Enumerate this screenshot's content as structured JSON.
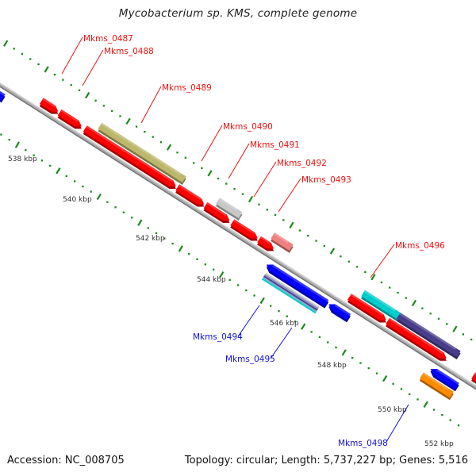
{
  "title": "Mycobacterium sp. KMS, complete genome",
  "footer": {
    "accession": "Accession: NC_008705",
    "summary": "Topology: circular; Length: 5,737,227 bp; Genes: 5,516"
  },
  "colors": {
    "backbone": "#8c8c8c",
    "tick": "#1a8a1a",
    "label_forward": "#ee1111",
    "label_reverse": "#1111dd"
  },
  "scale": {
    "unit": "kbp",
    "tick_labels": [
      "538 kbp",
      "540 kbp",
      "542 kbp",
      "544 kbp",
      "546 kbp",
      "548 kbp",
      "550 kbp",
      "552 kbp"
    ]
  },
  "genes": [
    {
      "id": "Mkms_0487",
      "strand": "+",
      "color": "#ff0000",
      "labeled": true
    },
    {
      "id": "Mkms_0488",
      "strand": "+",
      "color": "#ff0000",
      "labeled": true
    },
    {
      "id": "Mkms_0489",
      "strand": "+",
      "color": "#ff0000",
      "labeled": true
    },
    {
      "id": "Mkms_0490",
      "strand": "+",
      "color": "#ff0000",
      "labeled": true
    },
    {
      "id": "Mkms_0491",
      "strand": "+",
      "color": "#ff0000",
      "labeled": true
    },
    {
      "id": "Mkms_0492",
      "strand": "+",
      "color": "#ff0000",
      "labeled": true
    },
    {
      "id": "Mkms_0493",
      "strand": "+",
      "color": "#ff0000",
      "labeled": true
    },
    {
      "id": "Mkms_0494",
      "strand": "-",
      "color": "#0000ff",
      "labeled": true
    },
    {
      "id": "Mkms_0495",
      "strand": "-",
      "color": "#0000ff",
      "labeled": true
    },
    {
      "id": "Mkms_0496",
      "strand": "+",
      "color": "#ff0000",
      "labeled": true
    },
    {
      "id": "Mkms_0498",
      "strand": "-",
      "color": "#0000ff",
      "labeled": true
    }
  ],
  "labels": [
    {
      "text": "Mkms_0487",
      "strand": "+"
    },
    {
      "text": "Mkms_0488",
      "strand": "+"
    },
    {
      "text": "Mkms_0489",
      "strand": "+"
    },
    {
      "text": "Mkms_0490",
      "strand": "+"
    },
    {
      "text": "Mkms_0491",
      "strand": "+"
    },
    {
      "text": "Mkms_0492",
      "strand": "+"
    },
    {
      "text": "Mkms_0493",
      "strand": "+"
    },
    {
      "text": "Mkms_0494",
      "strand": "-"
    },
    {
      "text": "Mkms_0495",
      "strand": "-"
    },
    {
      "text": "Mkms_0496",
      "strand": "+"
    },
    {
      "text": "Mkms_0498",
      "strand": "-"
    }
  ],
  "feature_colors": {
    "cds_forward": "#ff0000",
    "cds_reverse": "#0000ff",
    "olive": "#bdb76b",
    "gray": "#c8c8c8",
    "pink": "#f08080",
    "cyan": "#00cccc",
    "slate": "#483d8b",
    "orange": "#ff8c00"
  }
}
